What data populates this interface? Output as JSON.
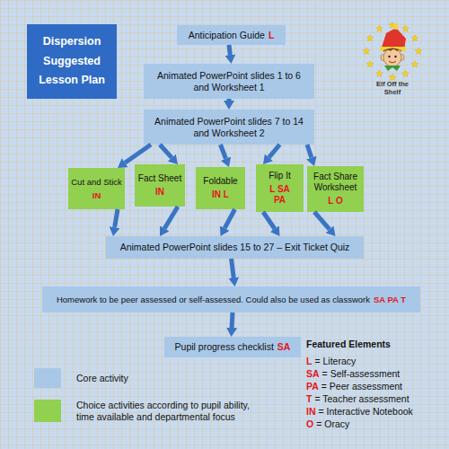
{
  "diagram": {
    "nodes": [
      {
        "text": [
          "Dispersion Suggested Lesson Plan"
        ]
      },
      {
        "text": [
          "Anticipation Guide",
          "L"
        ]
      },
      {
        "text": [
          "Animated PowerPoint slides 1 to 6 and Worksheet 1"
        ]
      },
      {
        "text": [
          "Animated PowerPoint slides 7 to 14 and Worksheet 2"
        ]
      },
      {
        "text": [
          "Cut and Stick",
          "IN"
        ]
      },
      {
        "text": [
          "Fact Sheet",
          "IN"
        ]
      },
      {
        "text": [
          "Foldable",
          "IN L"
        ]
      },
      {
        "text": [
          "Flip It",
          "L SA PA"
        ]
      },
      {
        "text": [
          "Fact Share Worksheet",
          "L O"
        ]
      },
      {
        "text": [
          "Animated PowerPoint slides 15 to 27 – Exit Ticket Quiz"
        ]
      },
      {
        "text": [
          "Homework to be peer assessed or self-assessed. Could also be used as classwork",
          "SA PA T"
        ]
      },
      {
        "text": [
          "Pupil progress checklist",
          "SA"
        ]
      }
    ],
    "edges": [
      {
        "from": 1,
        "to": 2,
        "arrow": "to"
      },
      {
        "from": 2,
        "to": 3,
        "arrow": "to"
      },
      {
        "from": 3,
        "to": 4,
        "arrow": "to"
      },
      {
        "from": 3,
        "to": 5,
        "arrow": "to"
      },
      {
        "from": 3,
        "to": 6,
        "arrow": "to"
      },
      {
        "from": 3,
        "to": 7,
        "arrow": "to"
      },
      {
        "from": 3,
        "to": 8,
        "arrow": "to"
      },
      {
        "from": 4,
        "to": 9,
        "arrow": "to"
      },
      {
        "from": 5,
        "to": 9,
        "arrow": "to"
      },
      {
        "from": 6,
        "to": 9,
        "arrow": "to"
      },
      {
        "from": 7,
        "to": 9,
        "arrow": "to"
      },
      {
        "from": 8,
        "to": 9,
        "arrow": "to"
      },
      {
        "from": 9,
        "to": 10,
        "arrow": "to"
      },
      {
        "from": 10,
        "to": 11,
        "arrow": "to"
      }
    ],
    "labels": [
      "Elf Off the Shelf",
      "Featured Elements",
      "L",
      "= Literacy",
      "SA",
      "= Self-assessment",
      "PA",
      "= Peer assessment",
      "T",
      "= Teacher assessment",
      "IN",
      "= Interactive Notebook",
      "O",
      "= Oracy"
    ],
    "legend": [
      {
        "text": "Core activity",
        "color": "#a9c8e8"
      },
      {
        "text": "Choice activities according to pupil ability, time available and departmental focus",
        "color": "#92d050"
      }
    ]
  }
}
